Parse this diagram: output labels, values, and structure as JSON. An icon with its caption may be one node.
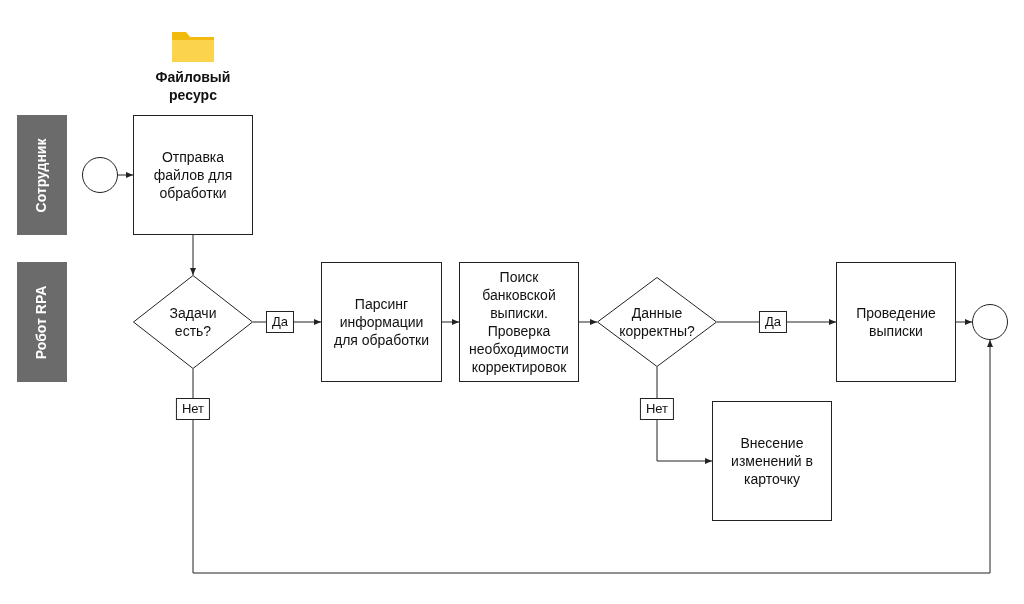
{
  "diagram": {
    "nodes": [
      {
        "text": [
          "Сотрудник"
        ]
      },
      {
        "text": [
          "Робот RPA"
        ]
      },
      {
        "text": [],
        "shape": "circle"
      },
      {
        "text": [
          "Отправка файлов для обработки"
        ]
      },
      {
        "text": [
          "Задачи есть?"
        ]
      },
      {
        "text": [
          "Парсинг информации для обработки"
        ]
      },
      {
        "text": [
          "Поиск банковской выписки. Проверка необходимости корректировок"
        ]
      },
      {
        "text": [
          "Данные корректны?"
        ]
      },
      {
        "text": [
          "Проведение выписки"
        ]
      },
      {
        "text": [],
        "shape": "circle"
      },
      {
        "text": [
          "Внесение изменений в карточку"
        ]
      }
    ],
    "edges": [
      {
        "from": 2,
        "to": 3,
        "arrow": "to"
      },
      {
        "from": 3,
        "to": 4,
        "arrow": "to"
      },
      {
        "from": 4,
        "to": 5,
        "arrow": "to",
        "label": "Да"
      },
      {
        "from": 5,
        "to": 6,
        "arrow": "to"
      },
      {
        "from": 6,
        "to": 7,
        "arrow": "to"
      },
      {
        "from": 7,
        "to": 8,
        "arrow": "to",
        "label": "Да"
      },
      {
        "from": 8,
        "to": 9,
        "arrow": "to"
      },
      {
        "from": 7,
        "to": 10,
        "arrow": "to",
        "label": "Нет"
      },
      {
        "from": 4,
        "to": 9,
        "arrow": "to",
        "label": "Нет"
      }
    ],
    "labels": [
      "Файловый ресурс"
    ]
  }
}
